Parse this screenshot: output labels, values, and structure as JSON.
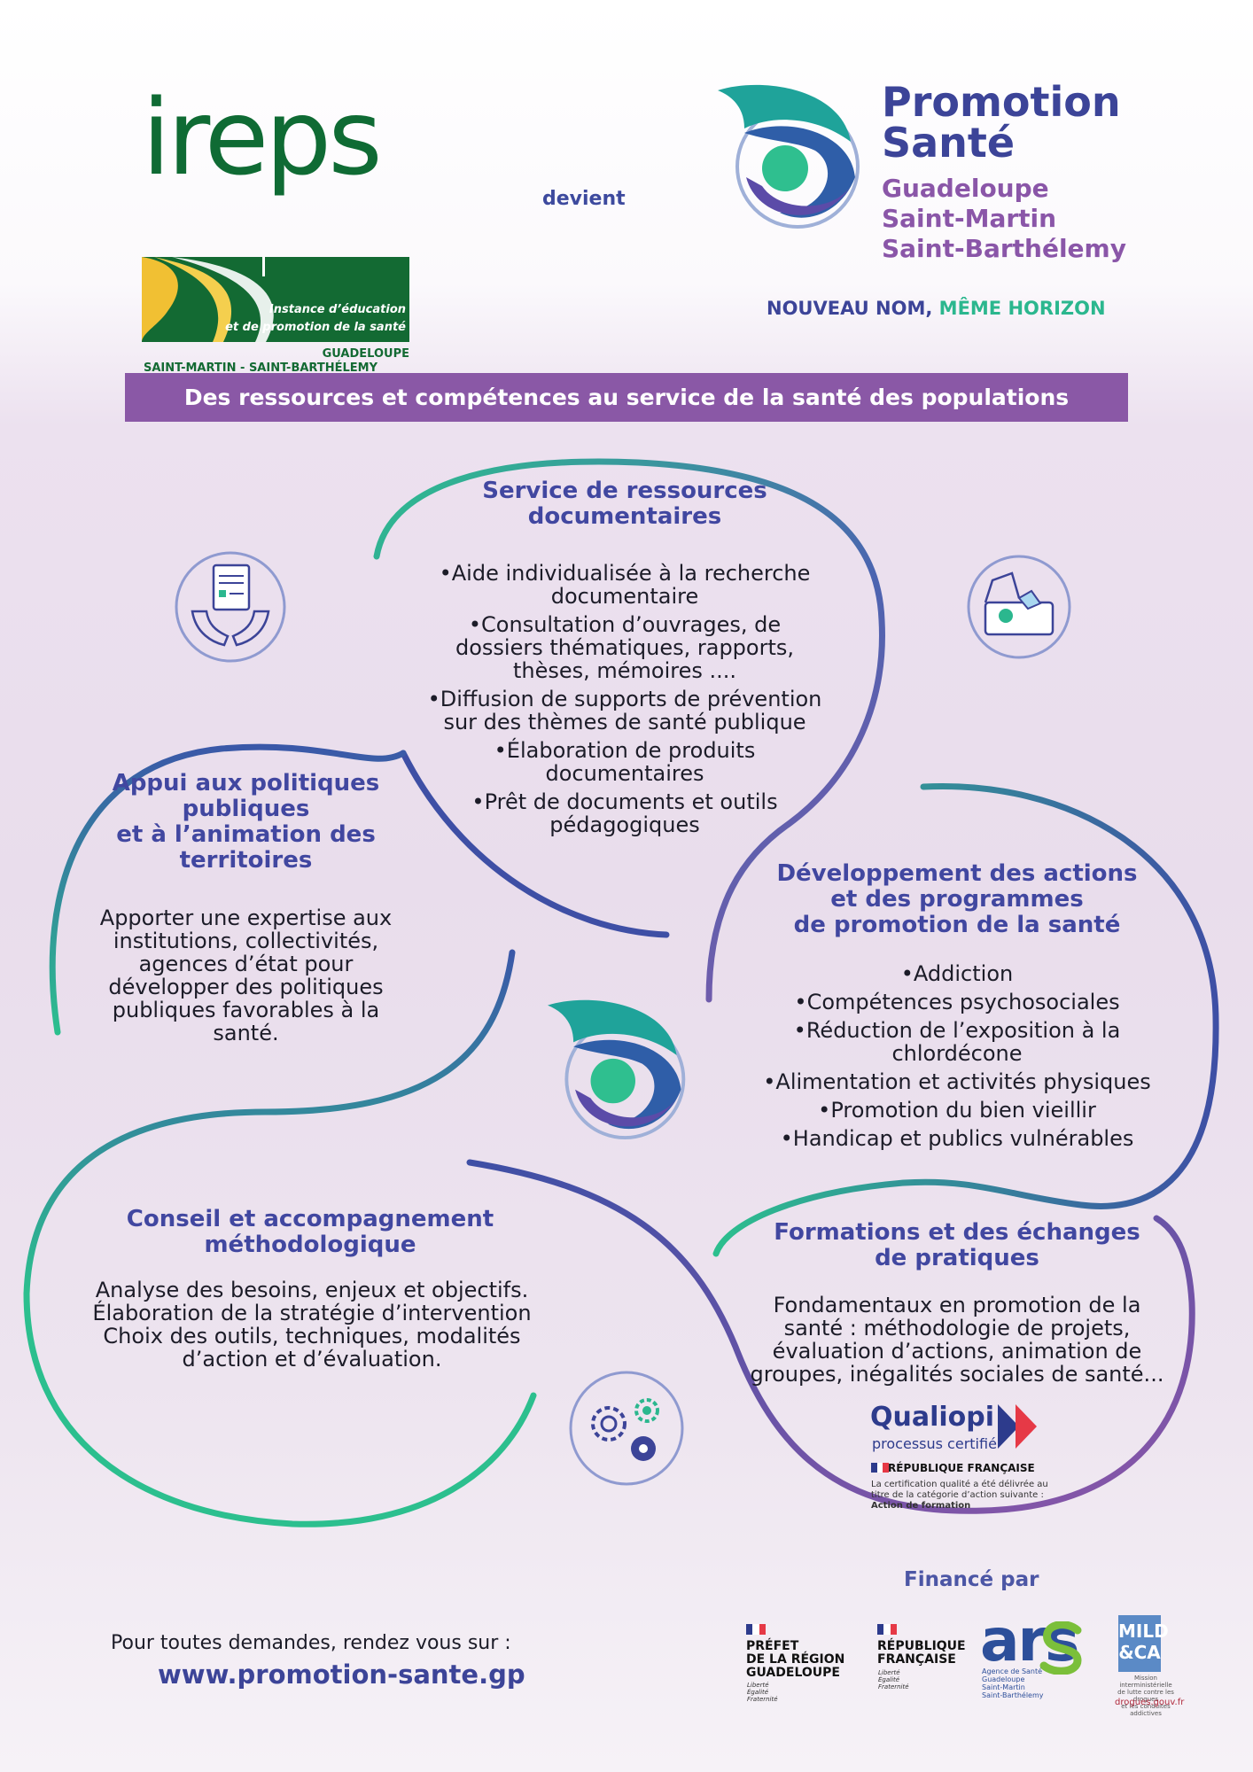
{
  "header": {
    "ireps": {
      "word": "ireps",
      "subtitle_line1": "Instance d’éducation",
      "subtitle_line2": "et de promotion de la santé",
      "region_line1": "GUADELOUPE",
      "region_line2": "SAINT-MARTIN - SAINT-BARTHÉLEMY"
    },
    "devient": "devient",
    "promotion_sante": {
      "title_line1": "Promotion",
      "title_line2": "Santé",
      "sub_line1": "Guadeloupe",
      "sub_line2": "Saint-Martin",
      "sub_line3": "Saint-Barthélemy"
    },
    "slogan_part1": "NOUVEAU NOM,",
    "slogan_part2": "MÊME HORIZON"
  },
  "banner": "Des ressources et compétences au service de la santé des populations",
  "sections": {
    "documentaires": {
      "title_line1": "Service de ressources",
      "title_line2": "documentaires",
      "items": [
        [
          "•Aide individualisée à la recherche",
          "documentaire"
        ],
        [
          "•Consultation d’ouvrages, de",
          "dossiers thématiques, rapports,",
          "thèses, mémoires ...."
        ],
        [
          "•Diffusion de supports de prévention",
          "sur des thèmes de santé publique"
        ],
        [
          "•Élaboration de produits",
          "documentaires"
        ],
        [
          "•Prêt de documents et outils",
          "pédagogiques"
        ]
      ]
    },
    "politiques": {
      "title_line1": "Appui aux politiques",
      "title_line2": "publiques",
      "title_line3": "et à l’animation des",
      "title_line4": "territoires",
      "body": [
        "Apporter une expertise aux",
        "institutions, collectivités,",
        "agences d’état pour",
        "développer des politiques",
        "publiques favorables à la",
        "santé."
      ]
    },
    "programmes": {
      "title_line1": "Développement des actions",
      "title_line2": "et des programmes",
      "title_line3": "de promotion de la santé",
      "items": [
        [
          "•Addiction"
        ],
        [
          "•Compétences psychosociales"
        ],
        [
          "•Réduction de l’exposition à la",
          "chlordécone"
        ],
        [
          "•Alimentation et activités physiques"
        ],
        [
          "•Promotion du bien vieillir"
        ],
        [
          "•Handicap et publics vulnérables"
        ]
      ]
    },
    "conseil": {
      "title_line1": "Conseil et accompagnement",
      "title_line2": "méthodologique",
      "body": [
        "Analyse des besoins, enjeux et objectifs.",
        "Élaboration de la stratégie d’intervention",
        "Choix des outils, techniques, modalités",
        "d’action et d’évaluation."
      ]
    },
    "formations": {
      "title_line1": "Formations et des échanges",
      "title_line2": "de pratiques",
      "body": [
        "Fondamentaux en promotion de la",
        "santé : méthodologie de projets,",
        "évaluation d’actions, animation de",
        "groupes, inégalités sociales de santé..."
      ]
    }
  },
  "qualiopi": {
    "name": "Qualiopi",
    "sub": "processus certifié",
    "rf": "RÉPUBLIQUE FRANÇAISE",
    "cert_line1": "La certification qualité a été délivrée au",
    "cert_line2": "titre de la catégorie d’action suivante :",
    "cert_line3": "Action de formation"
  },
  "footer": {
    "url_lead": "Pour toutes demandes, rendez vous sur :",
    "url": "www.promotion-sante.gp",
    "finance": "Financé par",
    "prefet": [
      "PRÉFET",
      "DE LA RÉGION",
      "GUADELOUPE"
    ],
    "rf": [
      "RÉPUBLIQUE",
      "FRANÇAISE"
    ],
    "motto": [
      "Liberté",
      "Égalité",
      "Fraternité"
    ],
    "ars_word": "ars",
    "ars_sub": [
      "Agence de Santé",
      "Guadeloupe",
      "Saint-Martin",
      "Saint-Barthélemy"
    ],
    "mild_box": [
      "MILD",
      "&CA"
    ],
    "mild_sub": [
      "Mission interministérielle",
      "de lutte contre les drogues",
      "et les conduites addictives"
    ],
    "mild_url": "drogues.gouv.fr"
  },
  "colors": {
    "ireps_green": "#136a33",
    "ps_blue": "#3c4498",
    "ps_purple": "#8a56a8",
    "ps_teal": "#2bb78e",
    "banner": "#8a58a6"
  }
}
